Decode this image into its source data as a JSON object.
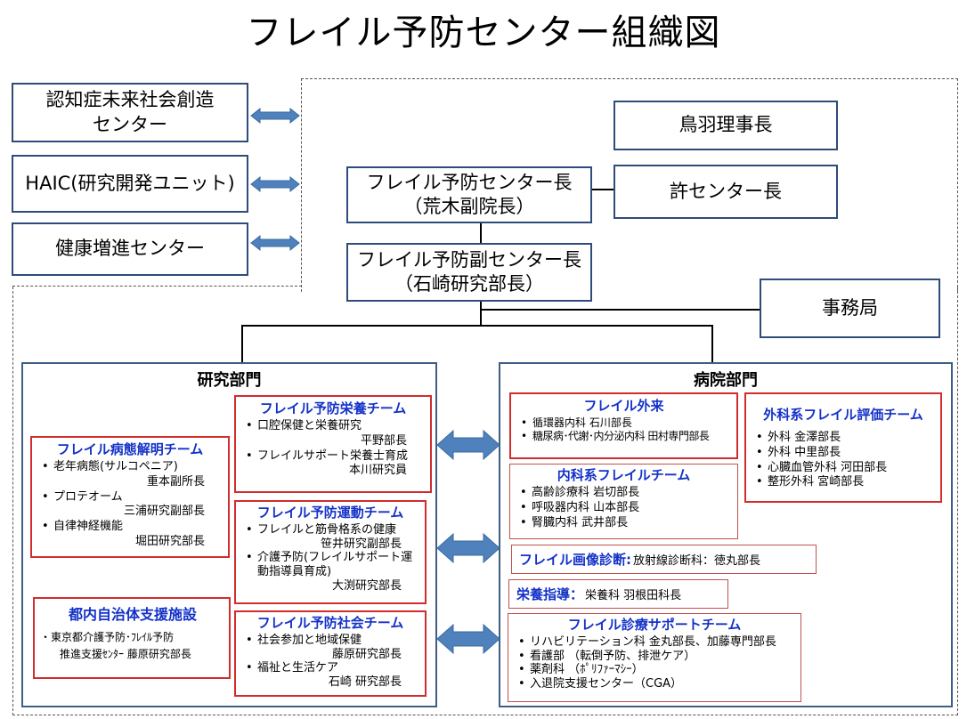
{
  "title": "フレイル予防センター組織図",
  "left_boxes": [
    {
      "lines": [
        "認知症未来社会創造",
        "センター"
      ]
    },
    {
      "lines": [
        "HAIC(研究開発ユニット)"
      ]
    },
    {
      "lines": [
        "健康増進センター"
      ]
    }
  ],
  "top": {
    "toba": "鳥羽理事長",
    "kyo": "許センター長",
    "center_head": [
      "フレイル予防センター長",
      "（荒木副院長）"
    ],
    "vice_head": [
      "フレイル予防副センター長",
      "（石崎研究部長）"
    ],
    "office": "事務局"
  },
  "research": {
    "title": "研究部門",
    "teams": {
      "byotai": {
        "title": "フレイル病態解明チーム",
        "items": [
          {
            "text": "老年病態(サルコペニア)",
            "sub": "重本副所長"
          },
          {
            "text": "プロテオーム",
            "sub": "三浦研究副部長"
          },
          {
            "text": "自律神経機能",
            "sub": "堀田研究部長"
          }
        ]
      },
      "eiyo": {
        "title": "フレイル予防栄養チーム",
        "items": [
          {
            "text": "口腔保健と栄養研究",
            "sub": "平野部長"
          },
          {
            "text": "フレイルサポート栄養士育成",
            "sub": "本川研究員"
          }
        ]
      },
      "undo": {
        "title": "フレイル予防運動チーム",
        "items": [
          {
            "text": "フレイルと筋骨格系の健康",
            "sub": "笹井研究副部長"
          },
          {
            "text": "介護予防(フレイルサポート運動指導員育成)",
            "sub": "大渕研究部長"
          }
        ]
      },
      "shakai": {
        "title": "フレイル予防社会チーム",
        "items": [
          {
            "text": "社会参加と地域保健",
            "sub": "藤原研究部長"
          },
          {
            "text": "福祉と生活ケア",
            "sub": "石崎 研究部長"
          }
        ]
      },
      "jichitai": {
        "title": "都内自治体支援施設",
        "lines": [
          "・東京都介護予防･ﾌﾚｲﾙ予防",
          "推進支援ｾﾝﾀｰ 藤原研究部長"
        ]
      }
    }
  },
  "hospital": {
    "title": "病院部門",
    "teams": {
      "gairai": {
        "title": "フレイル外来",
        "items": [
          {
            "text": "循環器内科 石川部長"
          },
          {
            "text": "糖尿病･代謝･内分泌内科 田村専門部長"
          }
        ]
      },
      "naika": {
        "title": "内科系フレイルチーム",
        "items": [
          {
            "text": "高齢診療科 岩切部長"
          },
          {
            "text": "呼吸器内科 山本部長"
          },
          {
            "text": "腎臓内科 武井部長"
          }
        ]
      },
      "geka": {
        "title": "外科系フレイル評価チーム",
        "items": [
          {
            "text": "外科 金澤部長"
          },
          {
            "text": "外科 中里部長"
          },
          {
            "text": "心臓血管外科 河田部長"
          },
          {
            "text": "整形外科 宮崎部長"
          }
        ]
      },
      "gazo": {
        "title": "フレイル画像診断:",
        "text": "放射線診断科：徳丸部長"
      },
      "eiyo_shido": {
        "title": "栄養指導：",
        "text": "栄養科 羽根田科長"
      },
      "support": {
        "title": "フレイル診療サポートチーム",
        "items": [
          {
            "text": "リハビリテーション科 金丸部長、加藤専門部長"
          },
          {
            "text": "看護部 （転倒予防、排泄ケア）"
          },
          {
            "text": "薬剤科 （ﾎﾟﾘﾌｧｰﾏｼｰ）"
          },
          {
            "text": "入退院支援センター（CGA）"
          }
        ]
      }
    }
  },
  "colors": {
    "navy": "#2f4b7c",
    "red": "#d22d2d",
    "team_title": "#1432c8",
    "arrow": "#4f81bd"
  }
}
